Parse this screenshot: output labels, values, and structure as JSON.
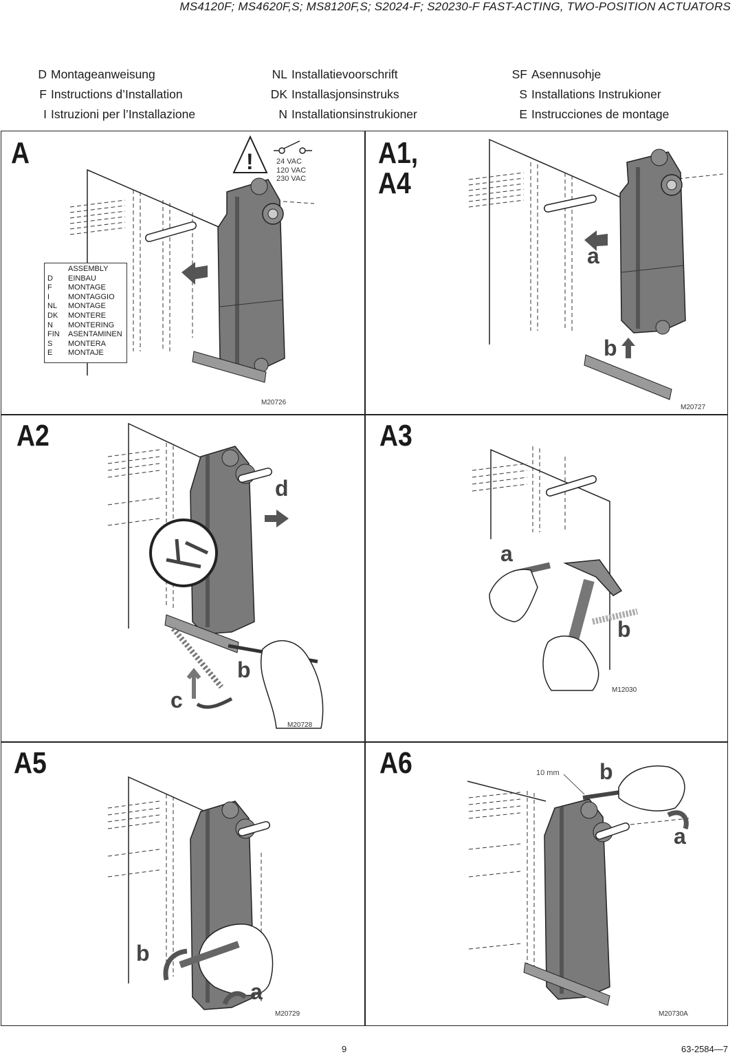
{
  "header": {
    "title": "MS4120F; MS4620F,S; MS8120F,S; S2024-F; S20230-F FAST-ACTING, TWO-POSITION ACTUATORS"
  },
  "languages": {
    "col1": [
      {
        "code": "D",
        "text": "Montageanweisung"
      },
      {
        "code": "F",
        "text": "Instructions d’Installation"
      },
      {
        "code": "I",
        "text": "Istruzioni per l’Installazione"
      }
    ],
    "col2": [
      {
        "code": "NL",
        "text": "Installatievoorschrift"
      },
      {
        "code": "DK",
        "text": "Installasjonsinstruks"
      },
      {
        "code": "N",
        "text": "Installationsinstrukioner"
      }
    ],
    "col3": [
      {
        "code": "SF",
        "text": "Asennusohje"
      },
      {
        "code": "S",
        "text": "Installations Instrukioner"
      },
      {
        "code": "E",
        "text": "Instrucciones de montage"
      }
    ]
  },
  "panels": {
    "A": {
      "label": "A",
      "code": "M20726",
      "voltages": [
        "24 VAC",
        "120 VAC",
        "230 VAC"
      ],
      "assembly": {
        "title": "ASSEMBLY",
        "rows": [
          {
            "code": "D",
            "text": "EINBAU"
          },
          {
            "code": "F",
            "text": "MONTAGE"
          },
          {
            "code": "I",
            "text": "MONTAGGIO"
          },
          {
            "code": "NL",
            "text": "MONTAGE"
          },
          {
            "code": "DK",
            "text": "MONTERE"
          },
          {
            "code": "N",
            "text": "MONTERING"
          },
          {
            "code": "FIN",
            "text": "ASENTAMINEN"
          },
          {
            "code": "S",
            "text": "MONTERA"
          },
          {
            "code": "E",
            "text": "MONTAJE"
          }
        ]
      }
    },
    "A1": {
      "label_line1": "A1,",
      "label_line2": "A4",
      "code": "M20727",
      "callouts": [
        "a",
        "b"
      ]
    },
    "A2": {
      "label": "A2",
      "code": "M20728",
      "callouts": [
        "d",
        "b",
        "c"
      ]
    },
    "A3": {
      "label": "A3",
      "code": "M12030",
      "callouts": [
        "a",
        "b"
      ]
    },
    "A5": {
      "label": "A5",
      "code": "M20729",
      "callouts": [
        "b",
        "a"
      ]
    },
    "A6": {
      "label": "A6",
      "code": "M20730A",
      "callouts": [
        "b",
        "a"
      ],
      "dimension": "10 mm"
    }
  },
  "footer": {
    "page": "9",
    "doc": "63-2584—7"
  }
}
